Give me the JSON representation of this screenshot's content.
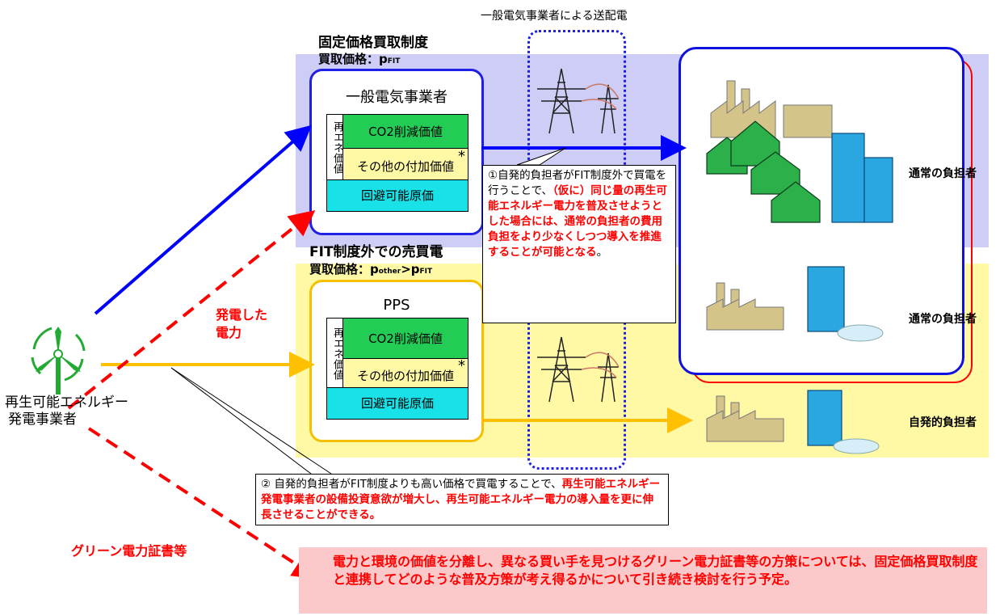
{
  "transmission_label": "一般電気事業者による送配電",
  "fit": {
    "title": "固定価格買取制度",
    "price_prefix": "買取価格：p",
    "price_sub": "FIT"
  },
  "non_fit": {
    "title": "FIT制度外での売買電",
    "price_prefix": "買取価格：p",
    "price_sub1": "other",
    "price_gt": ">p",
    "price_sub2": "FIT"
  },
  "seller_top": {
    "name": "一般電気事業者",
    "renewable_label": "再エネ価値",
    "co2": "CO2削減価値",
    "other": "その他の付加価値",
    "asterisk": "*",
    "avoid": "回避可能原価"
  },
  "seller_bottom": {
    "name": "PPS",
    "renewable_label": "再エネ価値",
    "co2": "CO2削減価値",
    "other": "その他の付加価値",
    "asterisk": "*",
    "avoid": "回避可能原価"
  },
  "producer": {
    "line1": "再生可能エネルギー",
    "line2": "発電事業者"
  },
  "generated_power": {
    "line1": "発電した",
    "line2": "電力"
  },
  "consumers": {
    "normal_1": "通常の負担者",
    "normal_2": "通常の負担者",
    "voluntary": "自発的負担者"
  },
  "callout1": {
    "plain": "①自発的負担者がFIT制度外で買電を行うことで、",
    "red": "（仮に）同じ量の再生可能エネルギー電力を普及させようとした場合には、通常の負担者の費用負担をより少なくしつつ導入を推進することが可能となる",
    "end": "。"
  },
  "callout2": {
    "plain": "②  自発的負担者がFIT制度よりも高い価格で買電することで、",
    "red": "再生可能エネルギー発電事業者の設備投資意欲が増大し、再生可能エネルギー電力の導入量を更に伸長させることができる。"
  },
  "green_cert": "グリーン電力証書等",
  "bottom_note": "電力と環境の価値を分離し、異なる買い手を見つけるグリーン電力証書等の方策については、固定価格買取制度と連携してどのような普及方策が考え得るかについて引き続き検討を行う予定。",
  "colors": {
    "fit_band": "#cdcdf5",
    "non_fit_band": "#fff9a6",
    "blue_arrow": "#0000ff",
    "orange_arrow": "#ffc000",
    "red_dashed": "#ff0000",
    "co2_green": "#22cc55",
    "avoid_cyan": "#18e1e8",
    "note_pink": "#fbc9c9"
  }
}
